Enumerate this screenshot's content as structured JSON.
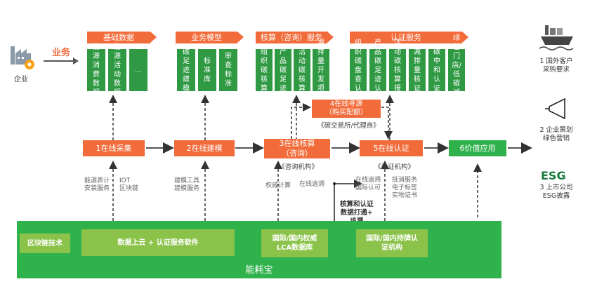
{
  "left": {
    "business": "业务",
    "enterprise": "企业"
  },
  "sections": {
    "base": "基础数据",
    "model": "业务模型",
    "calc": "核算（咨询）服务",
    "cert": "认证服务"
  },
  "tiles": {
    "base": [
      "能源消费数据",
      "能源活动数据",
      "…"
    ],
    "model": [
      "碳足迹建模",
      "标准库",
      "审查标准"
    ],
    "calc": [
      "组织碳核算",
      "产品碳足迹",
      "活动碳核算",
      "减排量开发项目"
    ],
    "cert": [
      "组织碳盘查认证",
      "产品碳足迹认证",
      "活动碳核算报告",
      "减排量核证",
      "碳中和认证",
      "绿色门店/低碳减塑"
    ]
  },
  "flow": {
    "step1": "1在线采集",
    "step2": "2在线建模",
    "step3": "3在线核算\n（咨询）",
    "step4": "4在线寻源\n（购买配额）",
    "step5": "5在线认证",
    "step6": "6价值应用"
  },
  "notes": {
    "exchange": "《碳交易所/代理商》",
    "consult": "《咨询机构》",
    "certorg": "《认证机构》",
    "energy": "能源表计\n安装服务",
    "iot": "IOT\n区块链",
    "modeltool": "建模工具\n建模服务",
    "authcalc": "权威计算",
    "trace": "在线追溯",
    "trace2": "在线追溯\n国际认可",
    "offset": "抵消服务\n电子标签\n实物证书",
    "connect": "核算和认证\n数据打通+\n追溯"
  },
  "bottom": {
    "blockchain": "区块链技术",
    "cloud": "数据上云 + 认证服务软件",
    "lca": "国际/国内权威\nLCA数据库",
    "certorgs": "国际/国内持牌认\n证机构",
    "platform": "能耗宝"
  },
  "right": {
    "r1": "1 国外客户\n采购要求",
    "r2": "2 企业策划\n绿色营销",
    "esg": "ESG",
    "r3": "3 上市公司\nESG披露"
  },
  "colors": {
    "orange": "#f26b3a",
    "green": "#2fb24c",
    "darkgreen": "#2f9a43",
    "lightgreen": "#8bc34a"
  }
}
